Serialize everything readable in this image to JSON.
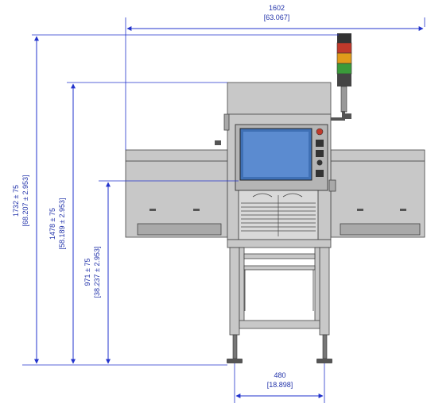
{
  "dimensions": {
    "overall_width": {
      "value": "1602",
      "imperial": "[63.067]"
    },
    "overall_height": {
      "value": "1732 ± 75",
      "imperial": "[68.207 ± 2.953]"
    },
    "cabinet_height": {
      "value": "1478 ± 75",
      "imperial": "[58.189 ± 2.953]"
    },
    "conveyor_height": {
      "value": "971 ± 75",
      "imperial": "[38.237 ± 2.953]"
    },
    "leg_span": {
      "value": "480",
      "imperial": "[18.898]"
    }
  },
  "colors": {
    "dimension": "#2233cc",
    "beacon_red": "#c0392b",
    "beacon_amber": "#e09a1a",
    "beacon_green": "#3a9a3a",
    "screen": "#3f70b5",
    "machine_body": "#c8c8c8"
  }
}
